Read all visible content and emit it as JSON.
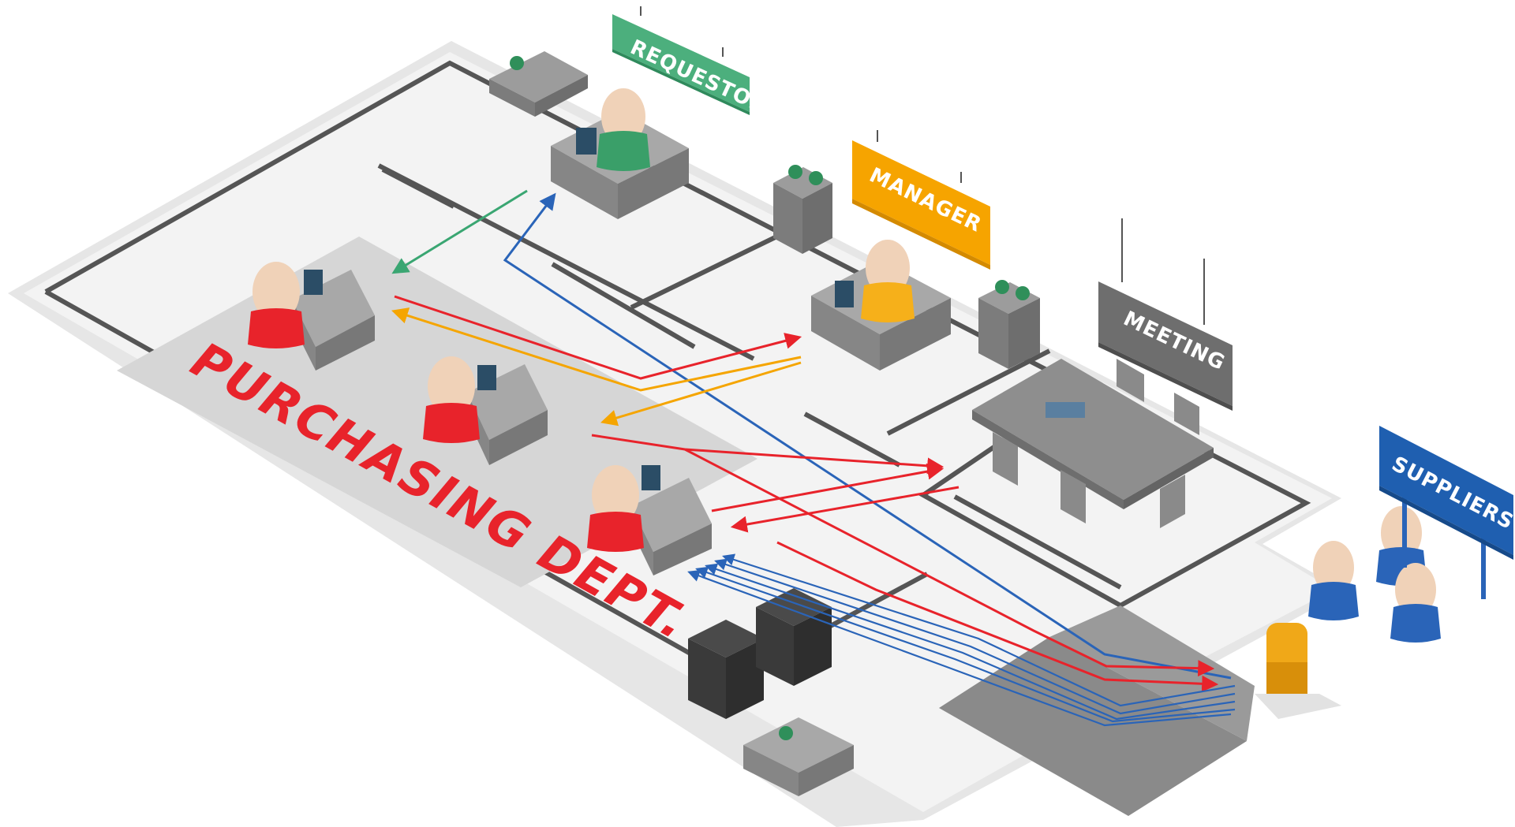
{
  "signs": {
    "requestor": "REQUESTOR",
    "manager": "MANAGER",
    "meeting": "MEETING",
    "suppliers": "SUPPLIERS"
  },
  "department": "PURCHASING DEPT.",
  "colors": {
    "requestor": "#4caf7d",
    "manager": "#f6a400",
    "meeting": "#6e6e6e",
    "suppliers": "#1f5fb0",
    "purchasing": "#e8232b",
    "arrow_green": "#3aa672",
    "arrow_red": "#e8232b",
    "arrow_orange": "#f5a500",
    "arrow_blue": "#2a64b8",
    "floor": "#f1f1f1",
    "floor_shadow": "#e3e3e3",
    "wall": "#5a5a5a"
  }
}
